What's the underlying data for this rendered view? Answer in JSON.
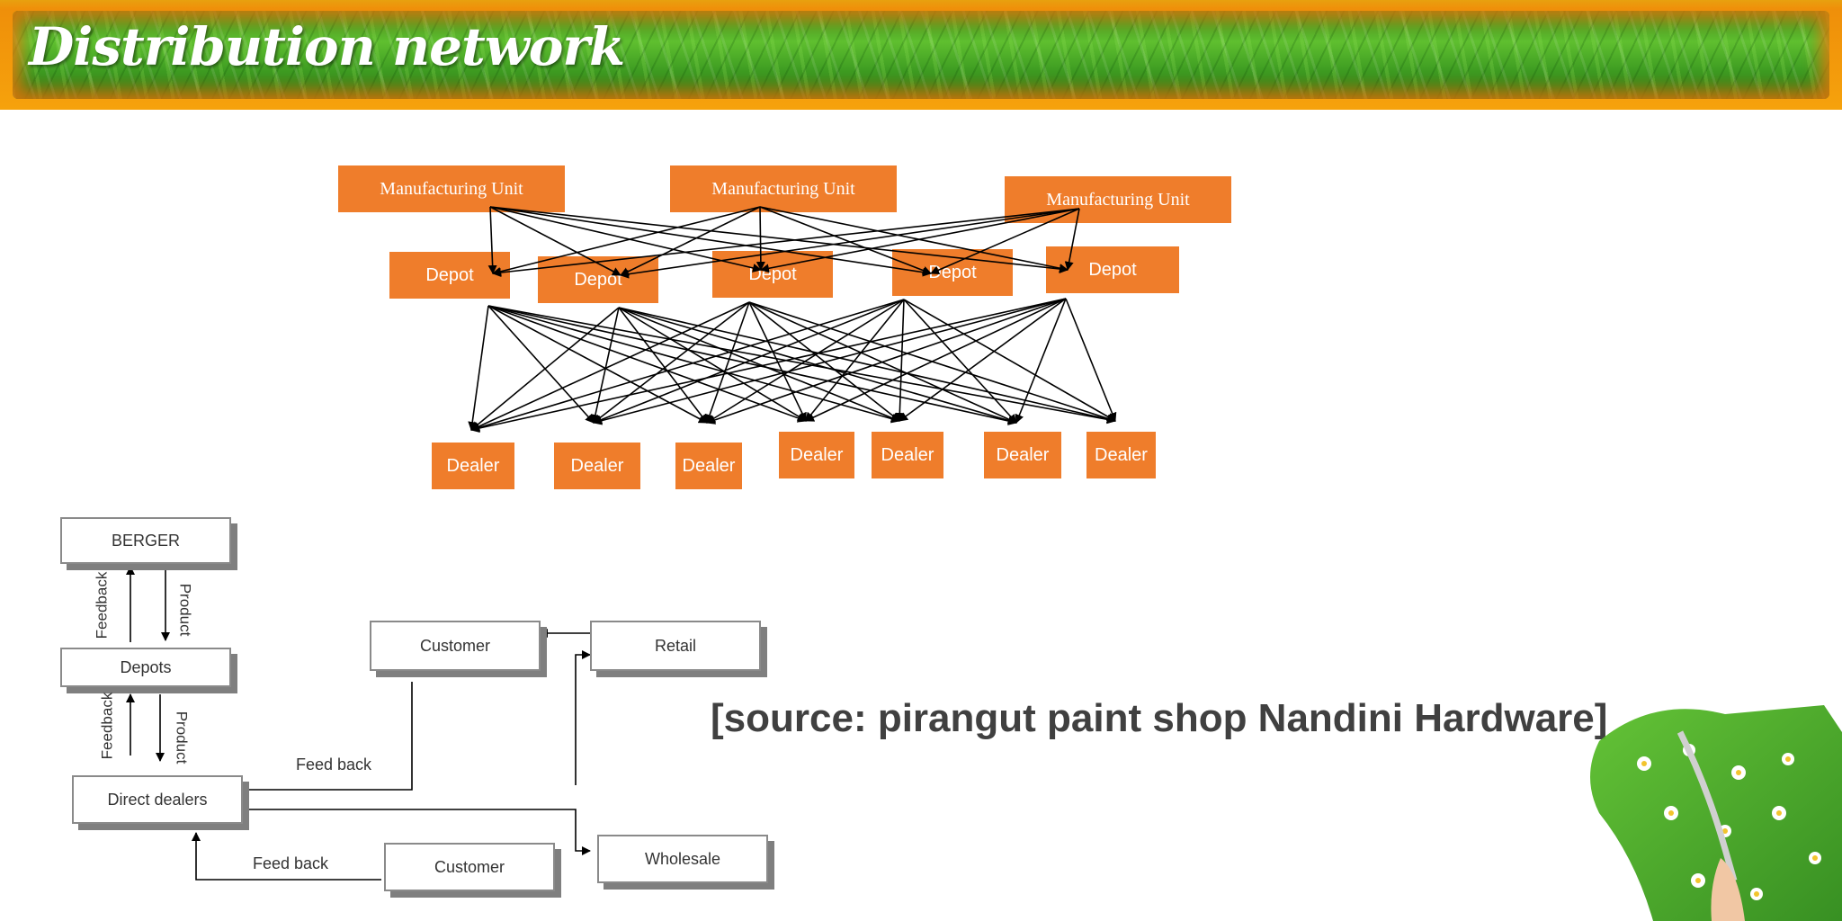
{
  "title": "Distribution network",
  "manufacturing_units": [
    "Manufacturing Unit",
    "Manufacturing Unit",
    "Manufacturing Unit"
  ],
  "depots": [
    "Depot",
    "Depot",
    "Depot",
    "Depot",
    "Depot"
  ],
  "dealers": [
    "Dealer",
    "Dealer",
    "Dealer",
    "Dealer",
    "Dealer",
    "Dealer",
    "Dealer"
  ],
  "flow": {
    "berger": "BERGER",
    "depots": "Depots",
    "direct_dealers": "Direct dealers",
    "customer_top": "Customer",
    "retail": "Retail",
    "customer_bottom": "Customer",
    "wholesale": "Wholesale",
    "feedback_1": "Feedback",
    "product_1": "Product",
    "feedback_2": "Feedback",
    "product_2": "Product",
    "feedback_customer": "Feed back",
    "feedback_customer2": "Feed back"
  },
  "source": "[source: pirangut paint shop Nandini Hardware]",
  "colors": {
    "box_orange": "#ef7d2b",
    "banner_orange": "#f39c12",
    "grass_green": "#4caf2a"
  }
}
